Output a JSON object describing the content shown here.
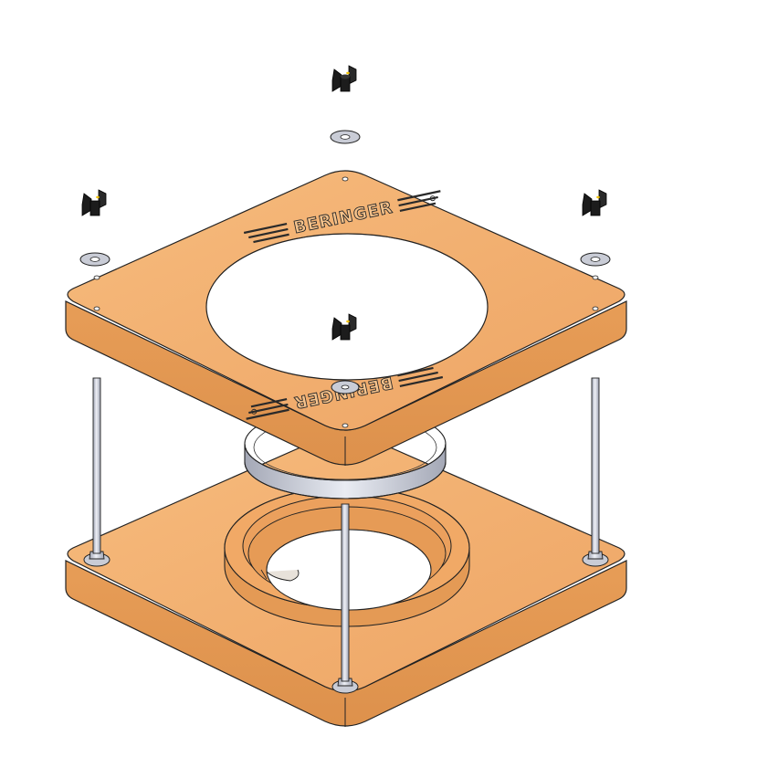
{
  "drawing": {
    "type": "exploded-assembly",
    "parts": [
      "top-plate",
      "base-plate",
      "ring",
      "threaded-rod",
      "wing-nut",
      "washer",
      "hex-nut"
    ],
    "logo_text_top": "BERINGER",
    "logo_text_bottom": "BERINGER",
    "wood_color": "#f2ad6a",
    "wood_side_color": "#e79e57",
    "steel_color": "#c9ccd6",
    "knob_color": "#1c1c1c"
  }
}
